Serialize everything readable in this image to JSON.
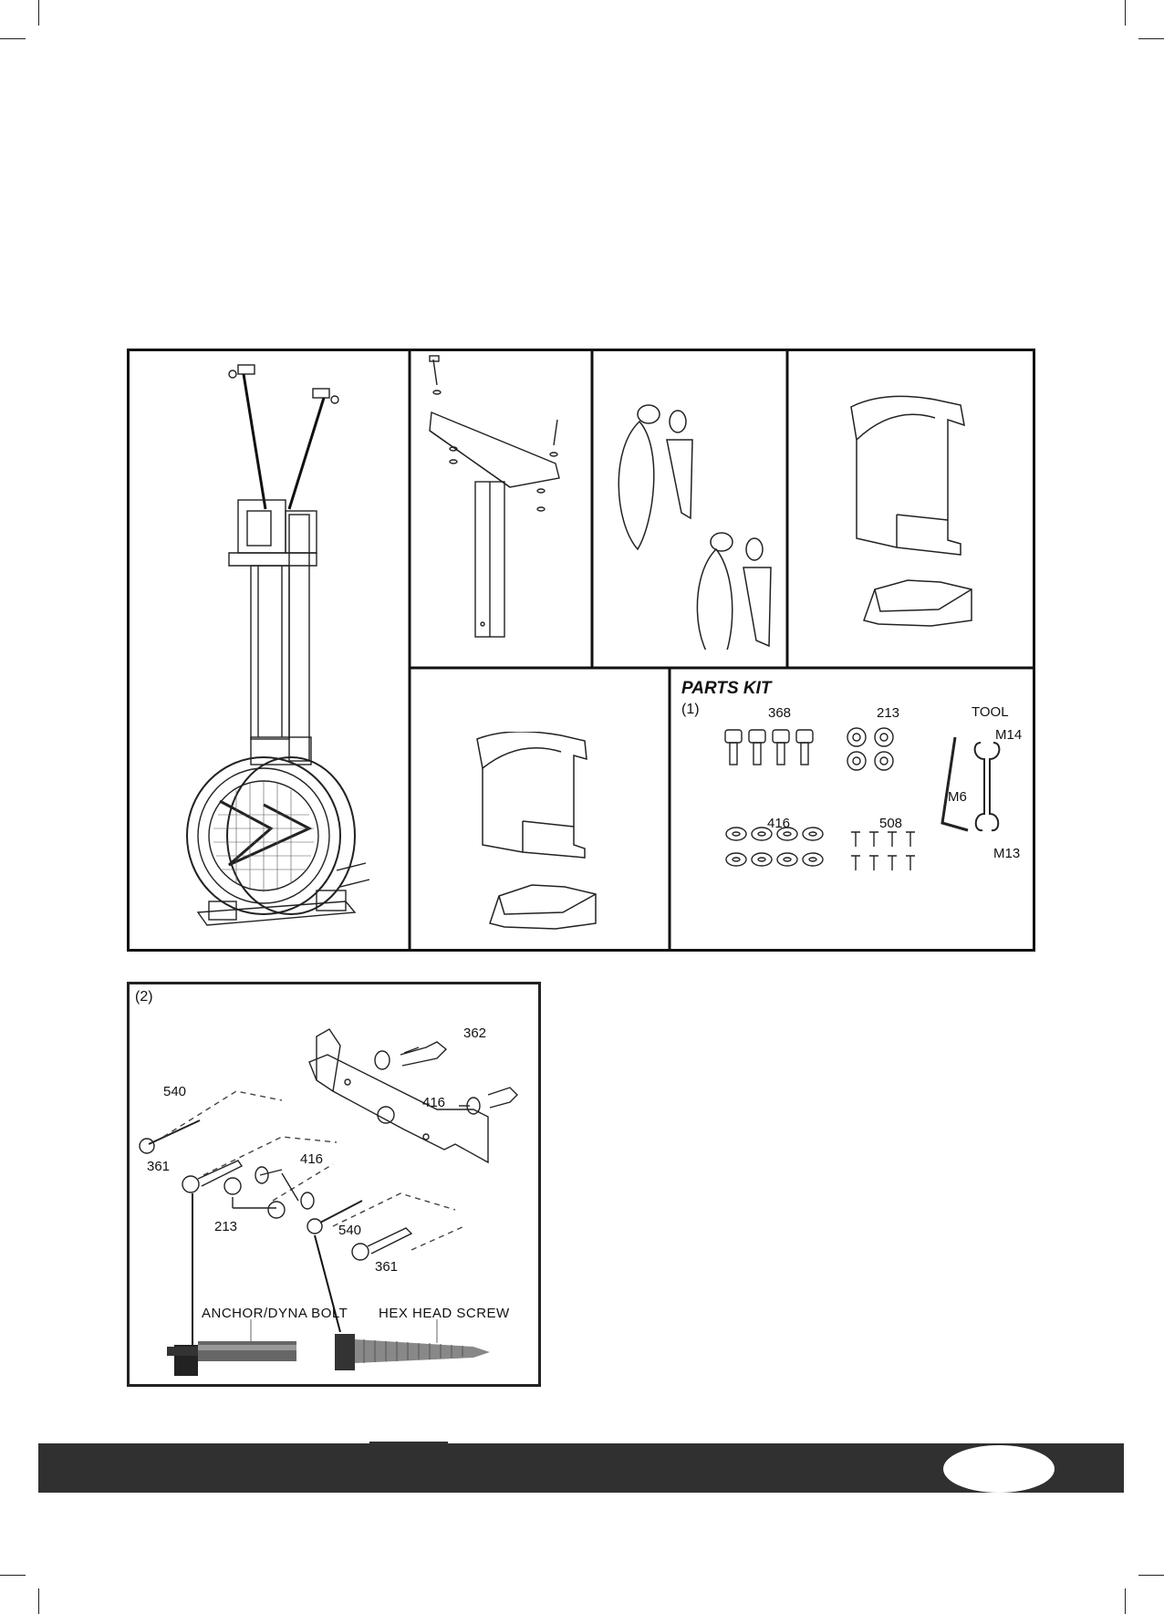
{
  "panel1": {
    "parts_kit": {
      "title": "PARTS KIT",
      "index": "(1)",
      "items": {
        "p368": "368",
        "p213": "213",
        "tool": "TOOL",
        "m14": "M14",
        "m6": "M6",
        "m13": "M13",
        "p416": "416",
        "p508": "508"
      }
    }
  },
  "panel2": {
    "index": "(2)",
    "labels": {
      "l362": "362",
      "l540a": "540",
      "l416a": "416",
      "l361a": "361",
      "l416b": "416",
      "l213": "213",
      "l540b": "540",
      "l361b": "361"
    },
    "anchor_bolt": "ANCHOR/DYNA BOLT",
    "hex_screw": "HEX HEAD SCREW"
  }
}
